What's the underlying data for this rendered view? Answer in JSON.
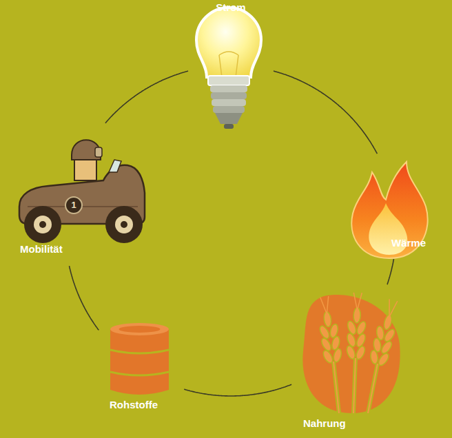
{
  "diagram": {
    "nodes": [
      {
        "text": [
          "Strom"
        ]
      },
      {
        "text": [
          "Wärme"
        ]
      },
      {
        "text": [
          "Nahrung"
        ]
      },
      {
        "text": [
          "Rohstoffe"
        ]
      },
      {
        "text": [
          "Mobilität"
        ]
      }
    ],
    "edges": [
      {
        "from": 0,
        "to": 1,
        "arrow": "none"
      },
      {
        "from": 1,
        "to": 2,
        "arrow": "none"
      },
      {
        "from": 2,
        "to": 3,
        "arrow": "none"
      },
      {
        "from": 3,
        "to": 4,
        "arrow": "none"
      },
      {
        "from": 4,
        "to": 0,
        "arrow": "none"
      }
    ],
    "labels": [
      "1"
    ]
  }
}
